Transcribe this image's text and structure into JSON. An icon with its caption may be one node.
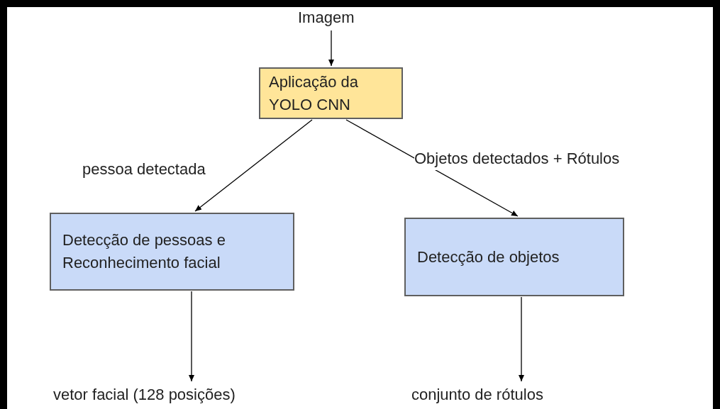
{
  "diagram": {
    "nodes": [
      {
        "text": [
          "Imagem"
        ]
      },
      {
        "text": [
          "Aplicação da YOLO CNN"
        ]
      },
      {
        "text": [
          "Detecção de pessoas e Reconhecimento facial"
        ]
      },
      {
        "text": [
          "Detecção de objetos"
        ]
      },
      {
        "text": [
          "vetor facial (128 posições)"
        ]
      },
      {
        "text": [
          "conjunto de rótulos"
        ]
      }
    ],
    "edges": [
      {
        "from": 0,
        "to": 1,
        "arrow": "to"
      },
      {
        "from": 1,
        "to": 2,
        "arrow": "to",
        "label": "pessoa detectada"
      },
      {
        "from": 1,
        "to": 3,
        "arrow": "to",
        "label": "Objetos detectados + Rótulos"
      },
      {
        "from": 2,
        "to": 4,
        "arrow": "to"
      },
      {
        "from": 3,
        "to": 5,
        "arrow": "to"
      }
    ]
  }
}
